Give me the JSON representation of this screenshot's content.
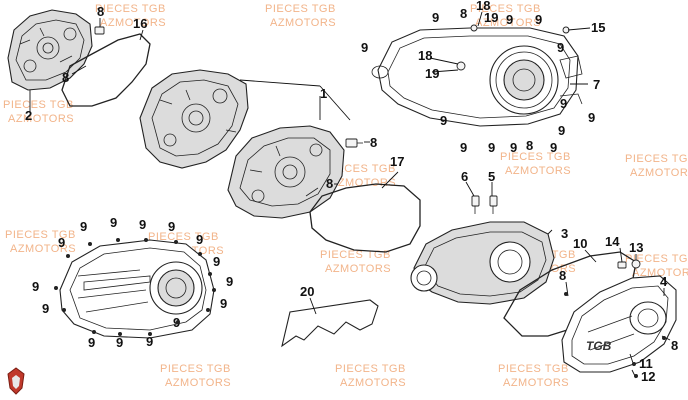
{
  "watermark": {
    "line1": "PIECES TGB",
    "line2": "AZMOTORS"
  },
  "brand_mark": "TGB",
  "callouts": [
    "1",
    "2",
    "3",
    "4",
    "5",
    "6",
    "7",
    "8",
    "9",
    "10",
    "11",
    "12",
    "13",
    "14",
    "15",
    "16",
    "17",
    "18",
    "19",
    "20"
  ]
}
